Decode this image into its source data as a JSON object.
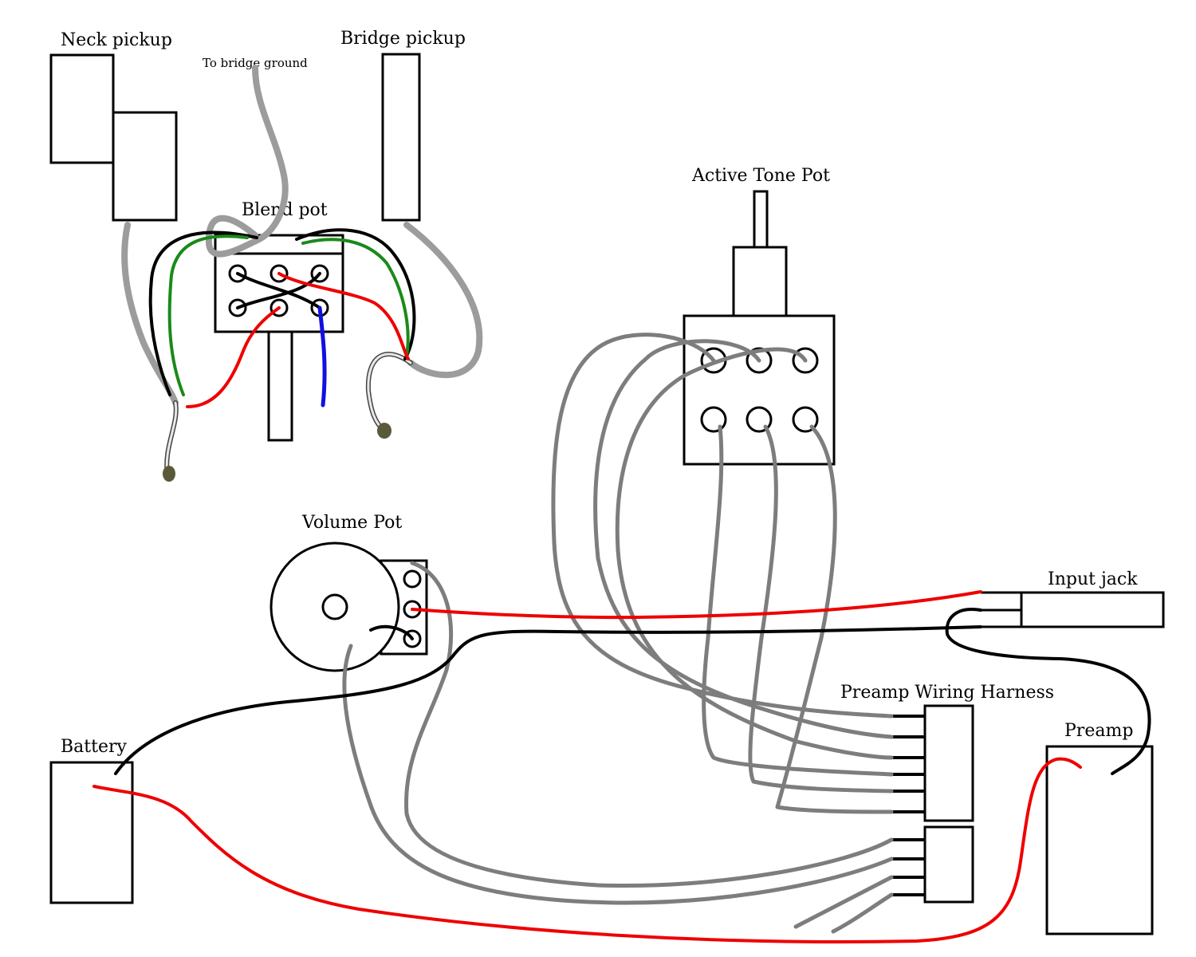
{
  "labels": {
    "neck_pickup": "Neck pickup",
    "bridge_pickup": "Bridge pickup",
    "to_bridge_ground": "To bridge ground",
    "blend_pot": "Blend pot",
    "active_tone_pot": "Active Tone Pot",
    "volume_pot": "Volume Pot",
    "input_jack": "Input jack",
    "preamp_wiring_harness": "Preamp Wiring Harness",
    "preamp": "Preamp",
    "battery": "Battery"
  },
  "colors": {
    "ground_wire": "#9c9c9c",
    "harness_wire": "#7d7d7d",
    "hot_wire": "#ee0000",
    "black_wire": "#000000",
    "green_wire": "#1a8a1a",
    "blue_wire": "#1010e0"
  }
}
